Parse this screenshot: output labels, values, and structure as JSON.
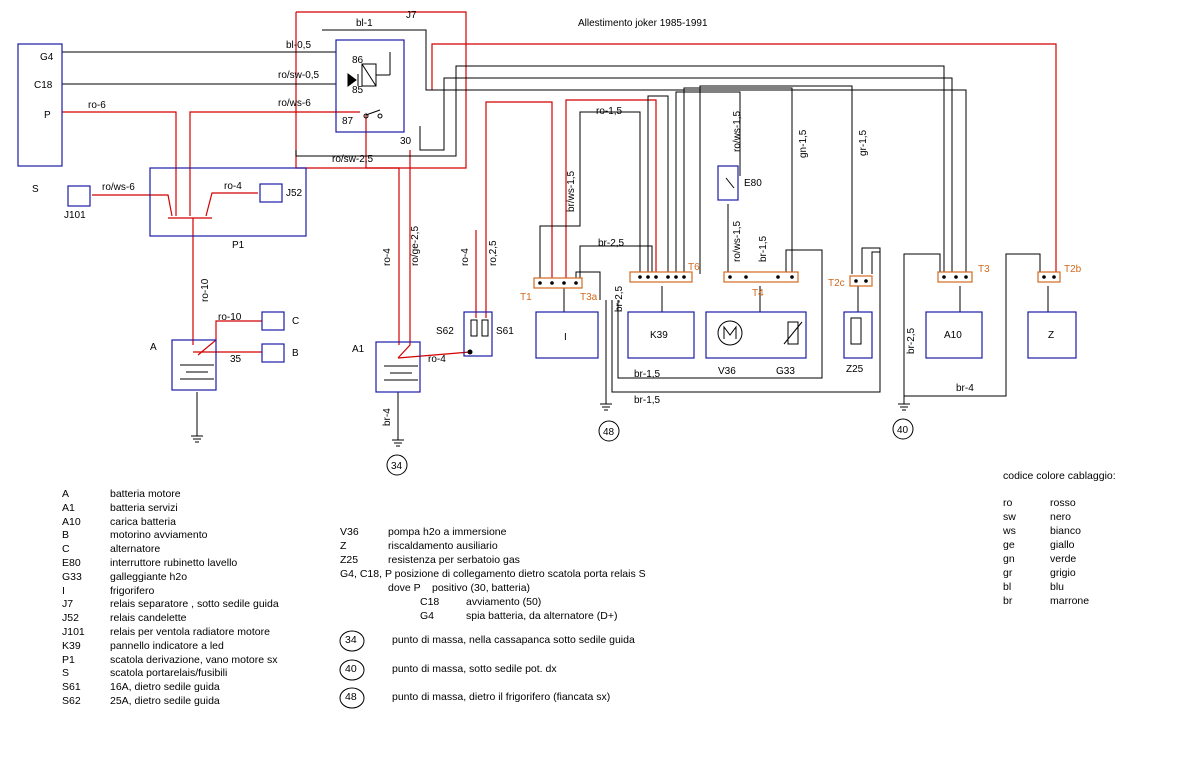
{
  "title": "Allestimento joker 1985-1991",
  "colors": {
    "wire_red": "#d40000",
    "wire_black": "#000000",
    "box_blue": "#1a1aa8",
    "terminal_orange": "#d2691e"
  },
  "components": {
    "S": "S",
    "G4": "G4",
    "C18": "C18",
    "P": "P",
    "J7": "J7",
    "P1": "P1",
    "J101": "J101",
    "J52": "J52",
    "A": "A",
    "C": "C",
    "B": "B",
    "A1": "A1",
    "S62": "S62",
    "S61": "S61",
    "I": "I",
    "K39": "K39",
    "E80": "E80",
    "V36": "V36",
    "G33": "G33",
    "Z25": "Z25",
    "A10": "A10",
    "Z": "Z"
  },
  "terminals": {
    "t86": "86",
    "t85": "85",
    "t87": "87",
    "t30": "30",
    "t35": "35"
  },
  "connectors": {
    "T1": "T1",
    "T3a": "T3a",
    "T6": "T6",
    "T4": "T4",
    "T2c": "T2c",
    "T3": "T3",
    "T2b": "T2b"
  },
  "wires": {
    "bl1": "bl-1",
    "bl05": "bl-0,5",
    "rosw05": "ro/sw-0,5",
    "ro6": "ro-6",
    "rows6": "ro/ws-6",
    "rosw25": "ro/sw-2,5",
    "rows6b": "ro/ws-6",
    "ro4_p1": "ro-4",
    "ro10": "ro-10",
    "ro10c": "ro-10",
    "ro4_a1": "ro-4",
    "roge25": "ro/ge-2,5",
    "ro4_s62": "ro-4",
    "ro25": "ro,2,5",
    "ro4_s": "ro-4",
    "brws15": "br/ws-1,5",
    "ro15": "ro-1,5",
    "br25_top": "br-2,5",
    "br25_t3a": "br-2,5",
    "rows15a": "ro/ws-1,5",
    "rows15b": "ro/ws-1,5",
    "br15_t4": "br-1,5",
    "gn15": "gn-1,5",
    "gr15": "gr-1,5",
    "br15a": "br-1,5",
    "br15b": "br-1,5",
    "br4_a1": "br-4",
    "br25_40": "br-2,5",
    "br4_40": "br-4"
  },
  "grounds": {
    "g34": "34",
    "g40": "40",
    "g48": "48"
  },
  "legend_left": [
    {
      "code": "A",
      "desc": "batteria motore"
    },
    {
      "code": "A1",
      "desc": "batteria servizi"
    },
    {
      "code": "A10",
      "desc": "carica batteria"
    },
    {
      "code": "B",
      "desc": "motorino avviamento"
    },
    {
      "code": "C",
      "desc": "alternatore"
    },
    {
      "code": "E80",
      "desc": "interruttore rubinetto lavello"
    },
    {
      "code": "G33",
      "desc": "galleggiante h2o"
    },
    {
      "code": "I",
      "desc": "frigorifero"
    },
    {
      "code": "J7",
      "desc": "relais separatore , sotto sedile guida"
    },
    {
      "code": "J52",
      "desc": "relais candelette"
    },
    {
      "code": "J101",
      "desc": "relais per ventola radiatore motore"
    },
    {
      "code": "K39",
      "desc": "pannello indicatore a led"
    },
    {
      "code": "P1",
      "desc": "scatola derivazione, vano motore sx"
    },
    {
      "code": "S",
      "desc": "scatola portarelais/fusibili"
    },
    {
      "code": "S61",
      "desc": "16A, dietro sedile guida"
    },
    {
      "code": "S62",
      "desc": "25A, dietro sedile guida"
    }
  ],
  "legend_mid": [
    {
      "code": "V36",
      "desc": "pompa h2o a immersione"
    },
    {
      "code": "Z",
      "desc": "riscaldamento ausiliario"
    },
    {
      "code": "Z25",
      "desc": "resistenza per serbatoio gas"
    }
  ],
  "legend_mid_note": "G4, C18, P posizione di collegamento dietro  scatola porta relais S",
  "legend_mid_sub": [
    {
      "code": "dove P",
      "desc": "positivo (30, batteria)"
    },
    {
      "code": "C18",
      "desc": "avviamento (50)"
    },
    {
      "code": "G4",
      "desc": "spia batteria, da alternatore (D+)"
    }
  ],
  "legend_grounds": [
    {
      "code": "34",
      "desc": "punto di massa, nella cassapanca sotto sedile guida"
    },
    {
      "code": "40",
      "desc": "punto di massa, sotto sedile pot. dx"
    },
    {
      "code": "48",
      "desc": "punto di massa, dietro il frigorifero (fiancata sx)"
    }
  ],
  "color_code_title": "codice colore cablaggio:",
  "color_codes": [
    {
      "code": "ro",
      "name": "rosso"
    },
    {
      "code": "sw",
      "name": "nero"
    },
    {
      "code": "ws",
      "name": "bianco"
    },
    {
      "code": "ge",
      "name": "giallo"
    },
    {
      "code": "gn",
      "name": "verde"
    },
    {
      "code": "gr",
      "name": "grigio"
    },
    {
      "code": "bl",
      "name": "blu"
    },
    {
      "code": "br",
      "name": "marrone"
    }
  ]
}
